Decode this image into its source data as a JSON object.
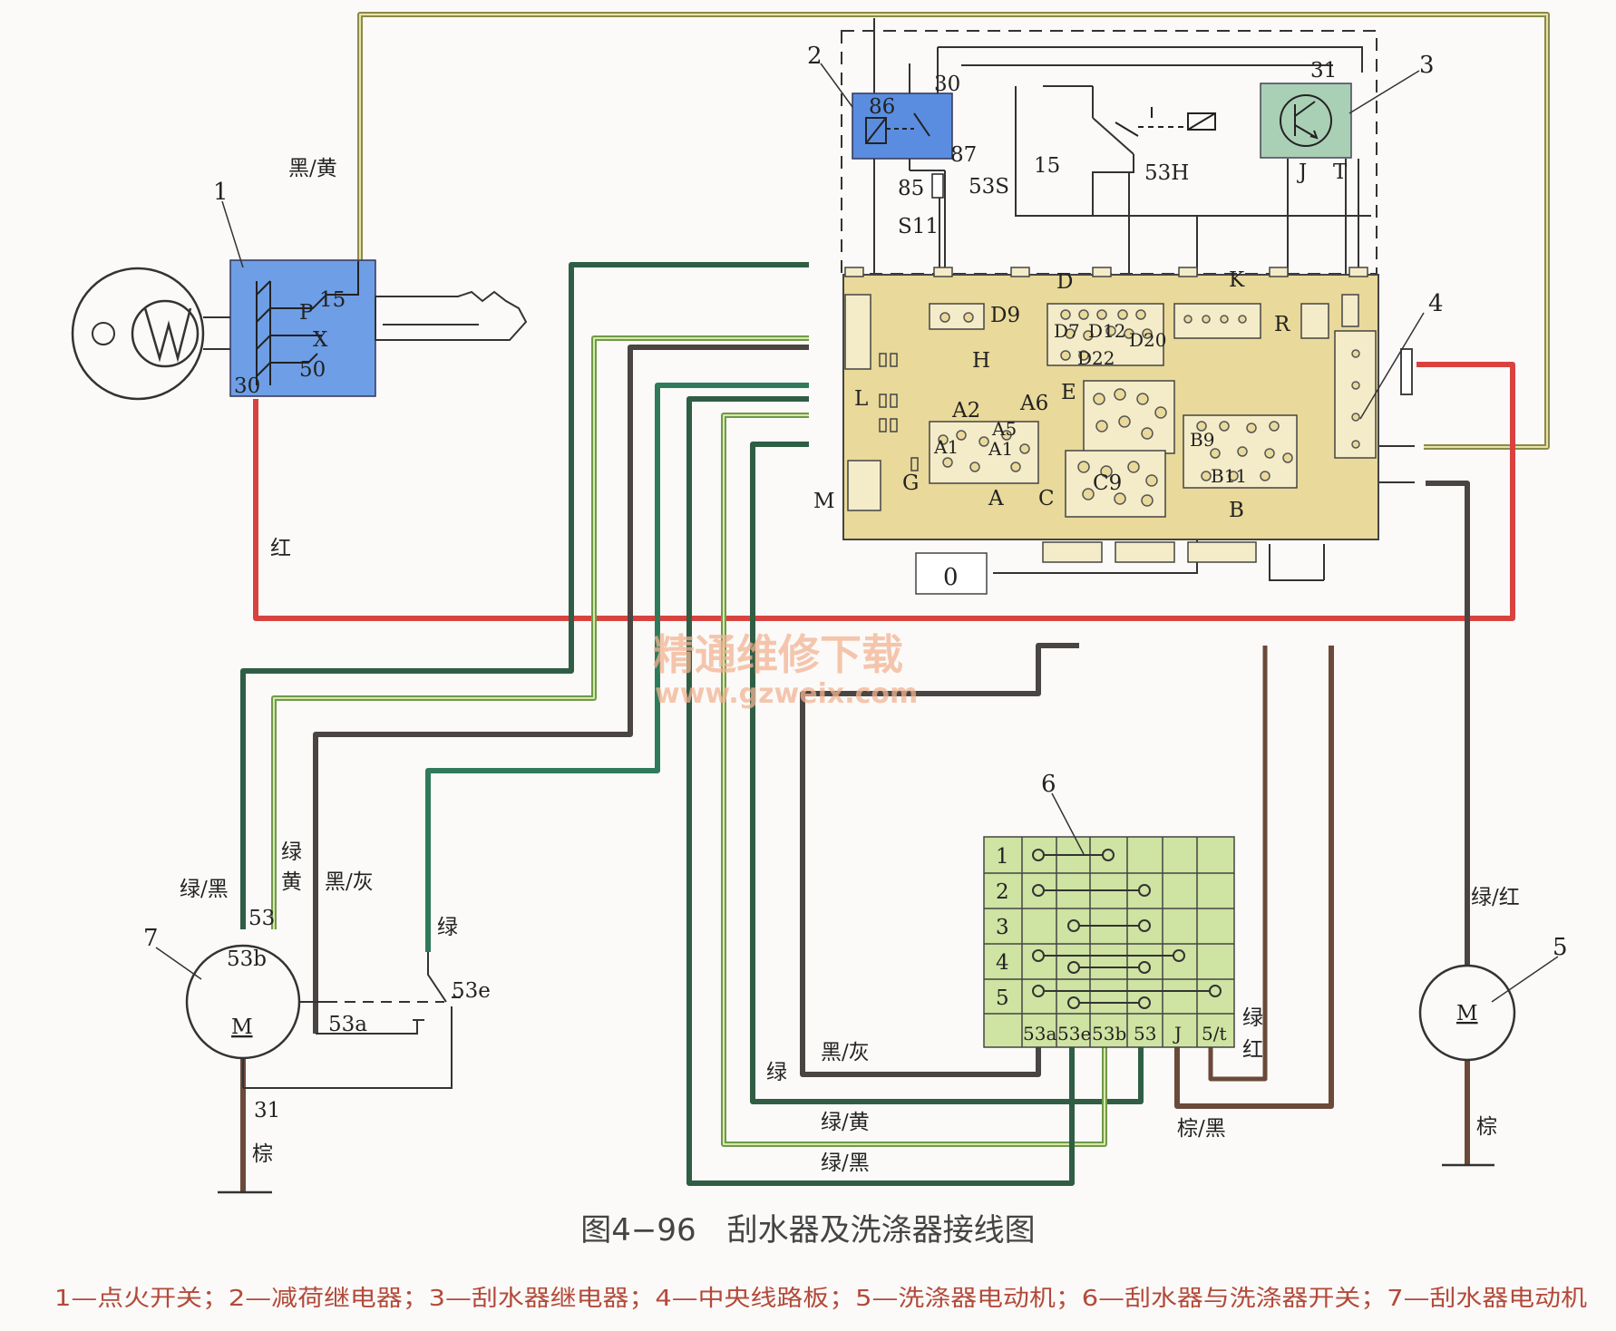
{
  "caption": "图4−96　刮水器及洗涤器接线图",
  "legend": "1—点火开关；2—减荷继电器；3—刮水器继电器；4—中央线路板；5—洗涤器电动机；6—刮水器与洗涤器开关；7—刮水器电动机",
  "watermark": {
    "cn": "精通维修下载",
    "url": "www.gzweix.com"
  },
  "components": {
    "c1": "1",
    "c2": "2",
    "c3": "3",
    "c4": "4",
    "c5": "5",
    "c6": "6",
    "c7": "7"
  },
  "ignition": {
    "t15": "15",
    "p": "P",
    "x": "X",
    "t50": "50",
    "t30": "30"
  },
  "relay2": {
    "t86": "86",
    "t30": "30",
    "t87": "87",
    "t85": "85"
  },
  "relay3": {
    "t31": "31",
    "j": "J",
    "t": "T"
  },
  "board": {
    "d": "D",
    "k": "K",
    "d9": "D9",
    "r": "R",
    "d7": "D7",
    "d12": "D12",
    "d20": "D20",
    "d22": "D22",
    "h": "H",
    "l": "L",
    "e": "E",
    "a2": "A2",
    "a6": "A6",
    "a5": "A5",
    "a1": "A1",
    "a1b": "A1",
    "b9": "B9",
    "b11": "B11",
    "c9": "C9",
    "g": "G",
    "m": "M",
    "a": "A",
    "c": "C",
    "b": "B",
    "zero": "0"
  },
  "terminals": {
    "s53": "53S",
    "t15": "15",
    "h53": "53H",
    "s11": "S11",
    "t53": "53",
    "t53b": "53b",
    "t53a": "53a",
    "t53e": "53e",
    "t31": "31",
    "m7": "M",
    "m5": "M"
  },
  "wires": {
    "black_yellow": "黑/黄",
    "red": "红",
    "green_black": "绿/黑",
    "green_yellow_v1": "绿",
    "green_yellow_v2": "黄",
    "black_gray": "黑/灰",
    "green": "绿",
    "brown": "棕",
    "green_red": "绿/红",
    "brown_right": "棕",
    "black_gray_b": "黑/灰",
    "green_b": "绿",
    "green_yellow_b": "绿/黄",
    "green_black_b": "绿/黑",
    "brown_black": "棕/黑",
    "green_red_v1": "绿",
    "green_red_v2": "红"
  },
  "switch6": {
    "rows": [
      "1",
      "2",
      "3",
      "4",
      "5"
    ],
    "cols": [
      "53a",
      "53e",
      "53b",
      "53",
      "J",
      "5/t"
    ]
  },
  "colors": {
    "red": "#d9433f",
    "dark_green": "#2f5e45",
    "light_green": "#9fc56f",
    "dark_gray": "#4a4542",
    "brown": "#6b4a3a",
    "board": "#e9d99a",
    "relay_blue": "#5a8de0",
    "relay3": "#a9cfb5",
    "switch": "#cfe3a2",
    "olive": "#8a8a4a"
  }
}
